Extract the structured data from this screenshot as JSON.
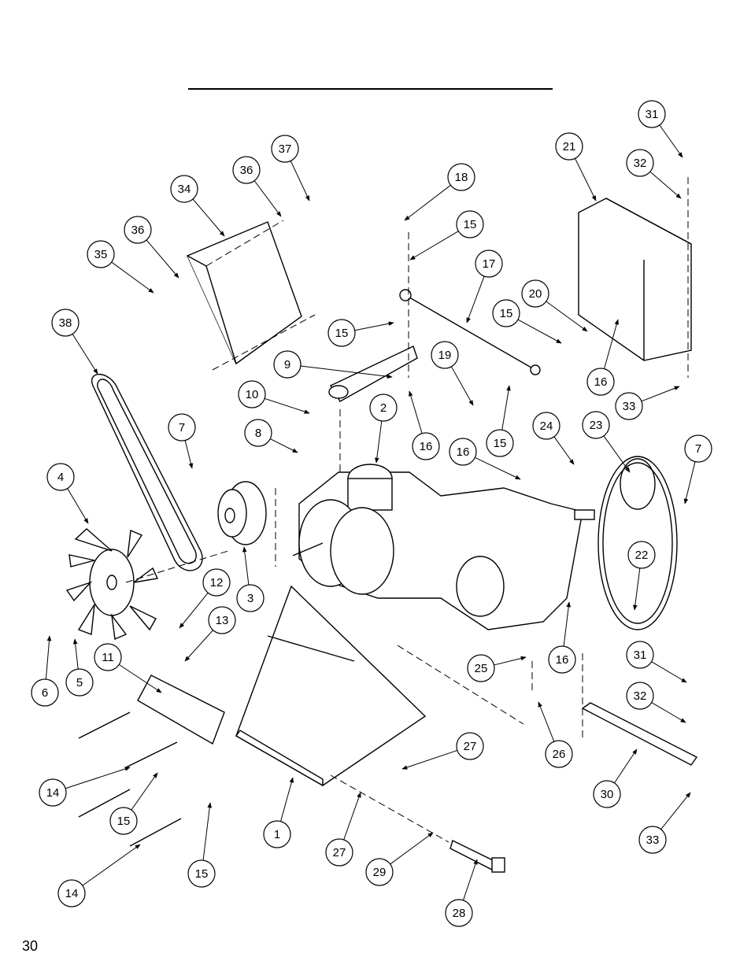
{
  "page": {
    "number": "30"
  },
  "callouts": [
    {
      "n": "1"
    },
    {
      "n": "2"
    },
    {
      "n": "3"
    },
    {
      "n": "4"
    },
    {
      "n": "5"
    },
    {
      "n": "6"
    },
    {
      "n": "7"
    },
    {
      "n": "7"
    },
    {
      "n": "8"
    },
    {
      "n": "9"
    },
    {
      "n": "10"
    },
    {
      "n": "11"
    },
    {
      "n": "12"
    },
    {
      "n": "13"
    },
    {
      "n": "14"
    },
    {
      "n": "14"
    },
    {
      "n": "15"
    },
    {
      "n": "15"
    },
    {
      "n": "15"
    },
    {
      "n": "15"
    },
    {
      "n": "15"
    },
    {
      "n": "15"
    },
    {
      "n": "16"
    },
    {
      "n": "16"
    },
    {
      "n": "16"
    },
    {
      "n": "16"
    },
    {
      "n": "17"
    },
    {
      "n": "18"
    },
    {
      "n": "19"
    },
    {
      "n": "20"
    },
    {
      "n": "21"
    },
    {
      "n": "22"
    },
    {
      "n": "23"
    },
    {
      "n": "24"
    },
    {
      "n": "25"
    },
    {
      "n": "26"
    },
    {
      "n": "27"
    },
    {
      "n": "27"
    },
    {
      "n": "28"
    },
    {
      "n": "29"
    },
    {
      "n": "30"
    },
    {
      "n": "31"
    },
    {
      "n": "31"
    },
    {
      "n": "32"
    },
    {
      "n": "32"
    },
    {
      "n": "33"
    },
    {
      "n": "33"
    },
    {
      "n": "34"
    },
    {
      "n": "35"
    },
    {
      "n": "36"
    },
    {
      "n": "36"
    },
    {
      "n": "37"
    },
    {
      "n": "38"
    }
  ]
}
